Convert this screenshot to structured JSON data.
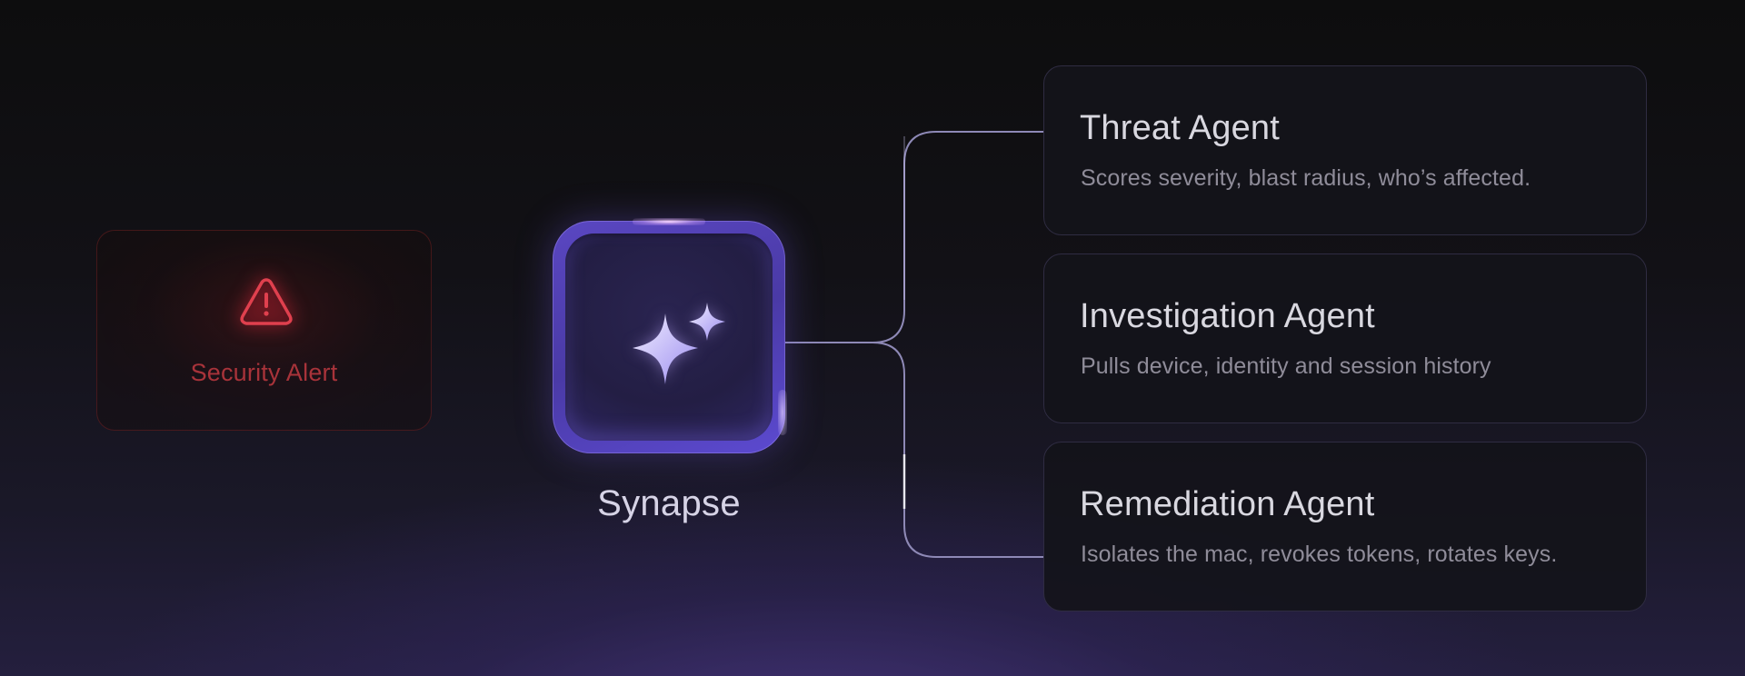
{
  "source_node": {
    "label": "Security Alert",
    "icon": "warning-triangle-icon",
    "color": "#a8333a"
  },
  "hub": {
    "label": "Synapse",
    "icon": "sparkles-icon",
    "accent": "#5a47c2"
  },
  "agents": [
    {
      "title": "Threat Agent",
      "description": "Scores severity, blast radius, who’s affected."
    },
    {
      "title": "Investigation Agent",
      "description": "Pulls device, identity and session history"
    },
    {
      "title": "Remediation Agent",
      "description": "Isolates the mac, revokes tokens, rotates keys."
    }
  ]
}
